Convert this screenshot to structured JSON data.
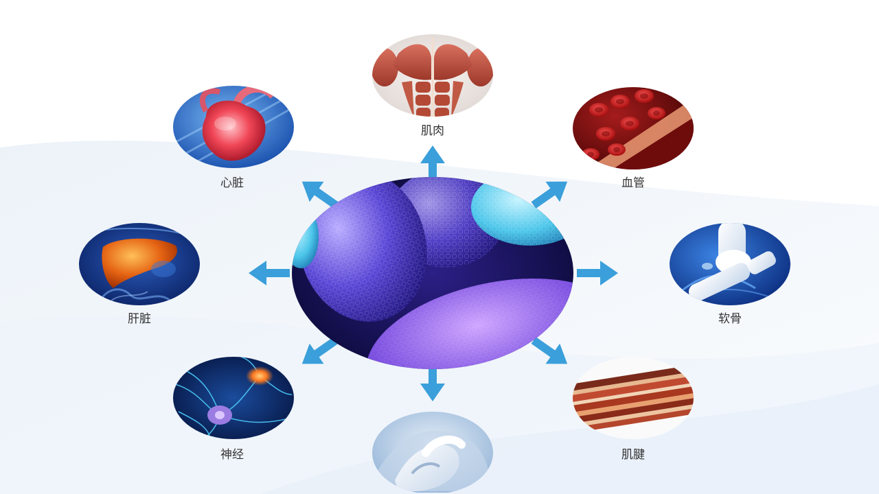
{
  "colors": {
    "arrow": "#3a9fda",
    "label_text": "#333333",
    "background": "#ffffff"
  },
  "tissues": {
    "muscle": {
      "label": "肌肉"
    },
    "vessel": {
      "label": "血管"
    },
    "cartilage": {
      "label": "软骨"
    },
    "tendon": {
      "label": "肌腱"
    },
    "nerve": {
      "label": "神经"
    },
    "liver": {
      "label": "肝脏"
    },
    "heart": {
      "label": "心脏"
    }
  }
}
